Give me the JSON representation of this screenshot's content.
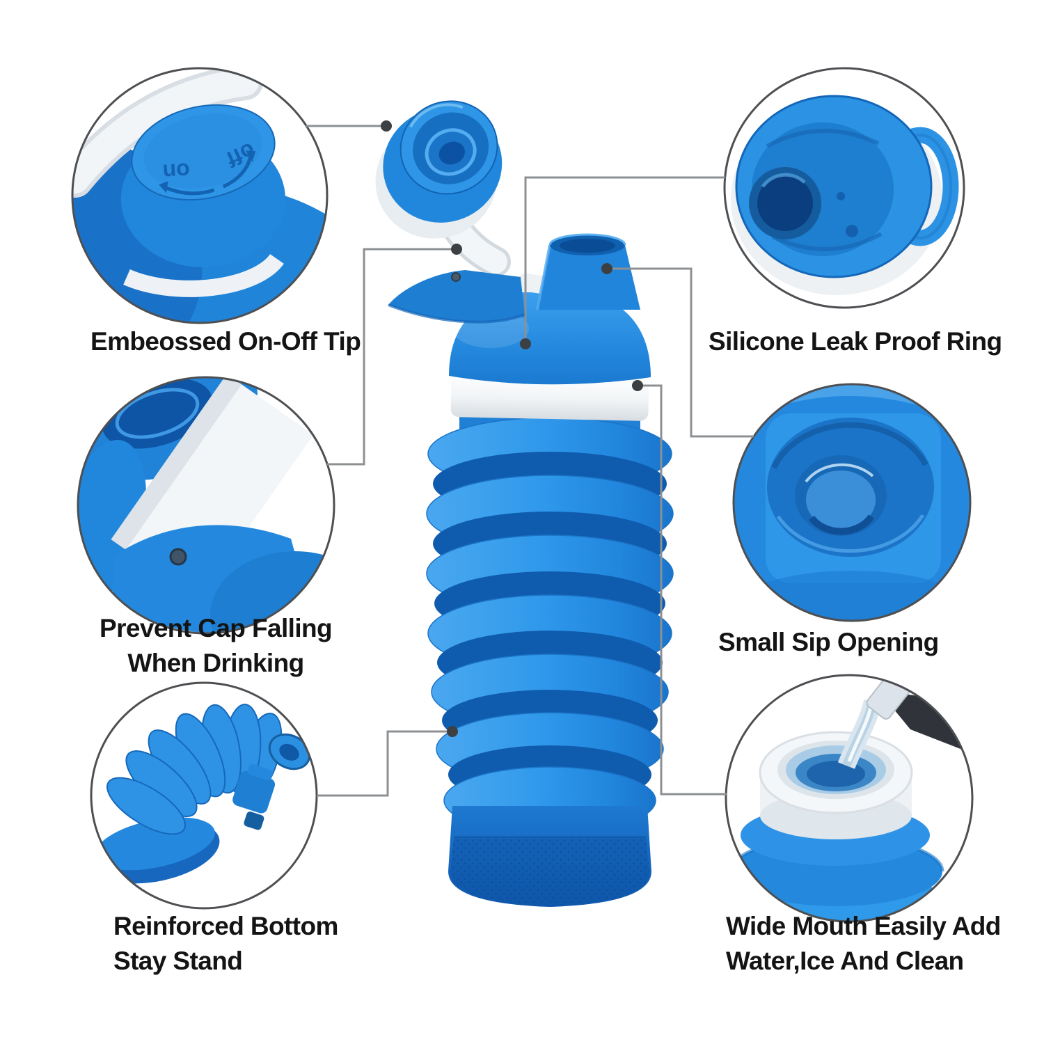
{
  "figure": {
    "type": "product-feature-infographic",
    "background": "#ffffff",
    "accent_blue": "#2489de",
    "dark_blue": "#1565bd",
    "white_part": "#f2f5f7",
    "callout_line_color": "#8d9093",
    "circle_border_color": "#4d4f52",
    "text_color": "#141414"
  },
  "cap_markings": {
    "on": "on",
    "off": "off"
  },
  "callouts": [
    {
      "id": "embossed-on-off-tip",
      "side": "top-left",
      "lines": [
        "Embeossed On-Off Tip"
      ]
    },
    {
      "id": "prevent-cap-falling",
      "side": "middle-left",
      "lines": [
        "Prevent Cap Falling",
        "When Drinking"
      ]
    },
    {
      "id": "reinforced-bottom",
      "side": "bottom-left",
      "lines": [
        "Reinforced Bottom",
        "Stay Stand"
      ]
    },
    {
      "id": "silicone-leak-proof-ring",
      "side": "top-right",
      "lines": [
        "Silicone Leak Proof Ring"
      ]
    },
    {
      "id": "small-sip-opening",
      "side": "middle-right",
      "lines": [
        "Small Sip Opening"
      ]
    },
    {
      "id": "wide-mouth",
      "side": "bottom-right",
      "lines": [
        "Wide Mouth Easily Add",
        "Water,Ice And Clean"
      ]
    }
  ]
}
